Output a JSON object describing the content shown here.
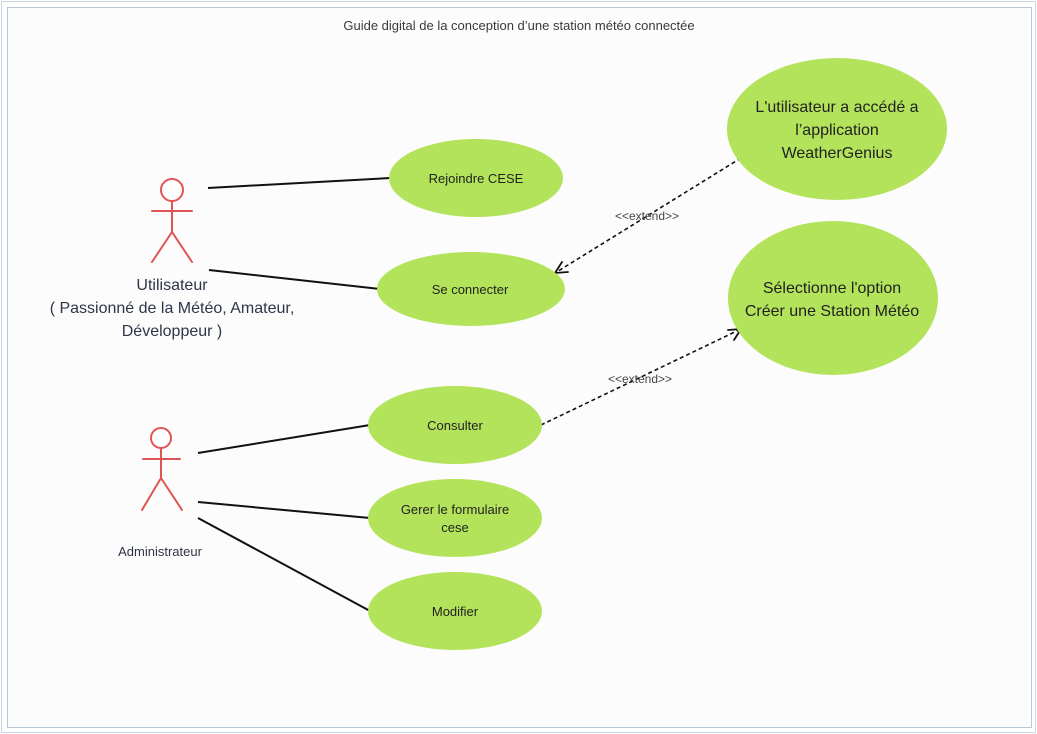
{
  "title": "Guide digital de la conception d’une station météo connectée",
  "colors": {
    "use_case_fill": "#b3e35a",
    "actor_stroke": "#e05454",
    "line": "#111111"
  },
  "actors": {
    "user": {
      "lines": [
        "Utilisateur",
        "( Passionné de la Météo, Amateur,",
        "Développeur )"
      ],
      "icon": "stick-figure-icon"
    },
    "admin": {
      "lines": [
        "Administrateur"
      ],
      "icon": "stick-figure-icon"
    }
  },
  "use_cases": {
    "rejoindre": {
      "lines": [
        "Rejoindre CESE"
      ]
    },
    "connecter": {
      "lines": [
        "Se connecter"
      ]
    },
    "consulter": {
      "lines": [
        "Consulter"
      ]
    },
    "gerer": {
      "lines": [
        "Gerer le formulaire",
        "cese"
      ]
    },
    "modifier": {
      "lines": [
        "Modifier"
      ]
    },
    "acceder": {
      "lines": [
        "L'utilisateur a accédé a",
        "l’application",
        "WeatherGenius"
      ]
    },
    "selectionne": {
      "lines": [
        "Sélectionne l'option",
        "Créer une Station Météo"
      ]
    }
  },
  "relations": {
    "extend_1": "<<extend>>",
    "extend_2": "<<extend>>"
  }
}
